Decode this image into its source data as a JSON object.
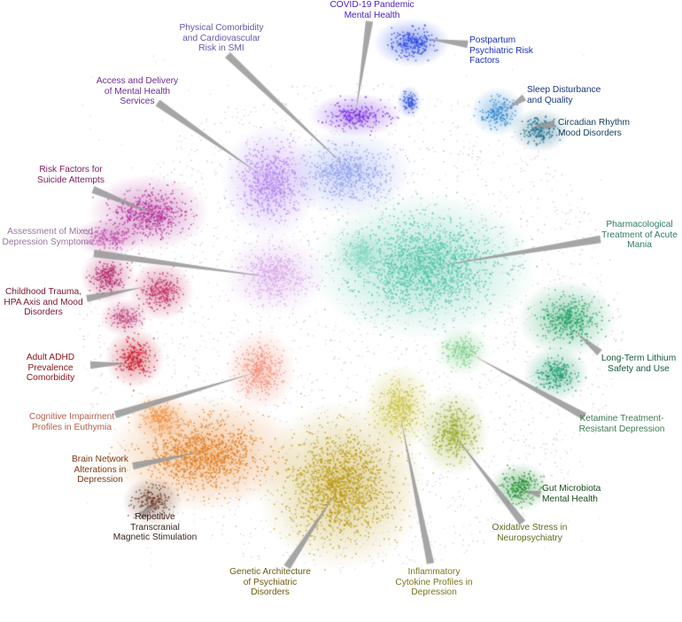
{
  "topic_map": {
    "clusters": [
      {
        "id": "covid",
        "label": "COVID-19 Pandemic\nMental Health",
        "color": "#4a1ac4"
      },
      {
        "id": "postpartum",
        "label": "Postpartum\nPsychiatric Risk\nFactors",
        "color": "#1a2fb8"
      },
      {
        "id": "smi",
        "label": "Physical Comorbidity\nand Cardiovascular\nRisk in SMI",
        "color": "#6b56a8"
      },
      {
        "id": "access",
        "label": "Access and Delivery\nof Mental Health\nServices",
        "color": "#6a2d8f"
      },
      {
        "id": "sleep",
        "label": "Sleep Disturbance\nand Quality",
        "color": "#18357a"
      },
      {
        "id": "circadian",
        "label": "Circadian Rhythm\nMood Disorders",
        "color": "#123e5a"
      },
      {
        "id": "suicide",
        "label": "Risk Factors for\nSuicide Attempts",
        "color": "#7a1a62"
      },
      {
        "id": "mixed",
        "label": "Assessment of Mixed\nDepression Symptoms",
        "color": "#9a74a0"
      },
      {
        "id": "mania",
        "label": "Pharmacological\nTreatment of Acute\nMania",
        "color": "#2e7a66"
      },
      {
        "id": "trauma",
        "label": "Childhood Trauma,\nHPA Axis and Mood\nDisorders",
        "color": "#7a1430"
      },
      {
        "id": "adhd",
        "label": "Adult ADHD\nPrevalence\nComorbidity",
        "color": "#8a1420"
      },
      {
        "id": "lithium",
        "label": "Long-Term Lithium\nSafety and Use",
        "color": "#145a3a"
      },
      {
        "id": "cognitive",
        "label": "Cognitive Impairment\nProfiles in Euthymia",
        "color": "#b0604a"
      },
      {
        "id": "ketamine",
        "label": "Ketamine Treatment-\nResistant Depression",
        "color": "#3e7a52"
      },
      {
        "id": "brain",
        "label": "Brain Network\nAlterations in\nDepression",
        "color": "#7a3a10"
      },
      {
        "id": "gut",
        "label": "Gut Microbiota\nMental Health",
        "color": "#1a4a1a"
      },
      {
        "id": "tms",
        "label": "Repetitive\nTranscranial\nMagnetic Stimulation",
        "color": "#3a2418"
      },
      {
        "id": "oxidative",
        "label": "Oxidative Stress in\nNeuropsychiatry",
        "color": "#5a6a1a"
      },
      {
        "id": "genetic",
        "label": "Genetic Architecture\nof Psychiatric\nDisorders",
        "color": "#6a5a10"
      },
      {
        "id": "cytokine",
        "label": "Inflammatory\nCytokine Profiles in\nDepression",
        "color": "#7a7420"
      }
    ]
  }
}
